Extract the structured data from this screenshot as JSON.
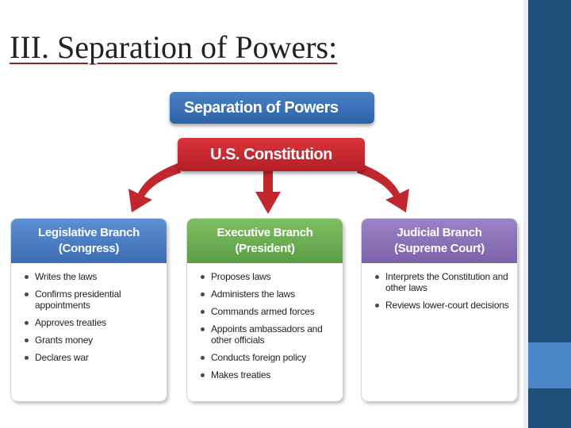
{
  "slide": {
    "title": "III. Separation of Powers:"
  },
  "diagram": {
    "top_label": "Separation of Powers",
    "constitution_label": "U.S. Constitution",
    "branches": [
      {
        "name": "Legislative Branch",
        "sub": "(Congress)",
        "items": [
          "Writes the laws",
          "Confirms presidential appointments",
          "Approves treaties",
          "Grants money",
          "Declares war"
        ]
      },
      {
        "name": "Executive Branch",
        "sub": "(President)",
        "items": [
          "Proposes laws",
          "Administers the laws",
          "Commands armed forces",
          "Appoints ambassadors and other officials",
          "Conducts foreign policy",
          "Makes treaties"
        ]
      },
      {
        "name": "Judicial Branch",
        "sub": "(Supreme Court)",
        "items": [
          "Interprets the Constitution and other laws",
          "Reviews lower-court decisions"
        ]
      }
    ]
  },
  "colors": {
    "sidebar": "#1f4e79",
    "sidebar_accent": "#4a86c5",
    "top_box": "#2e62a8",
    "constitution": "#c1272d",
    "legislative": "#4a7bc0",
    "executive": "#6aaa52",
    "judicial": "#8a70b8"
  }
}
